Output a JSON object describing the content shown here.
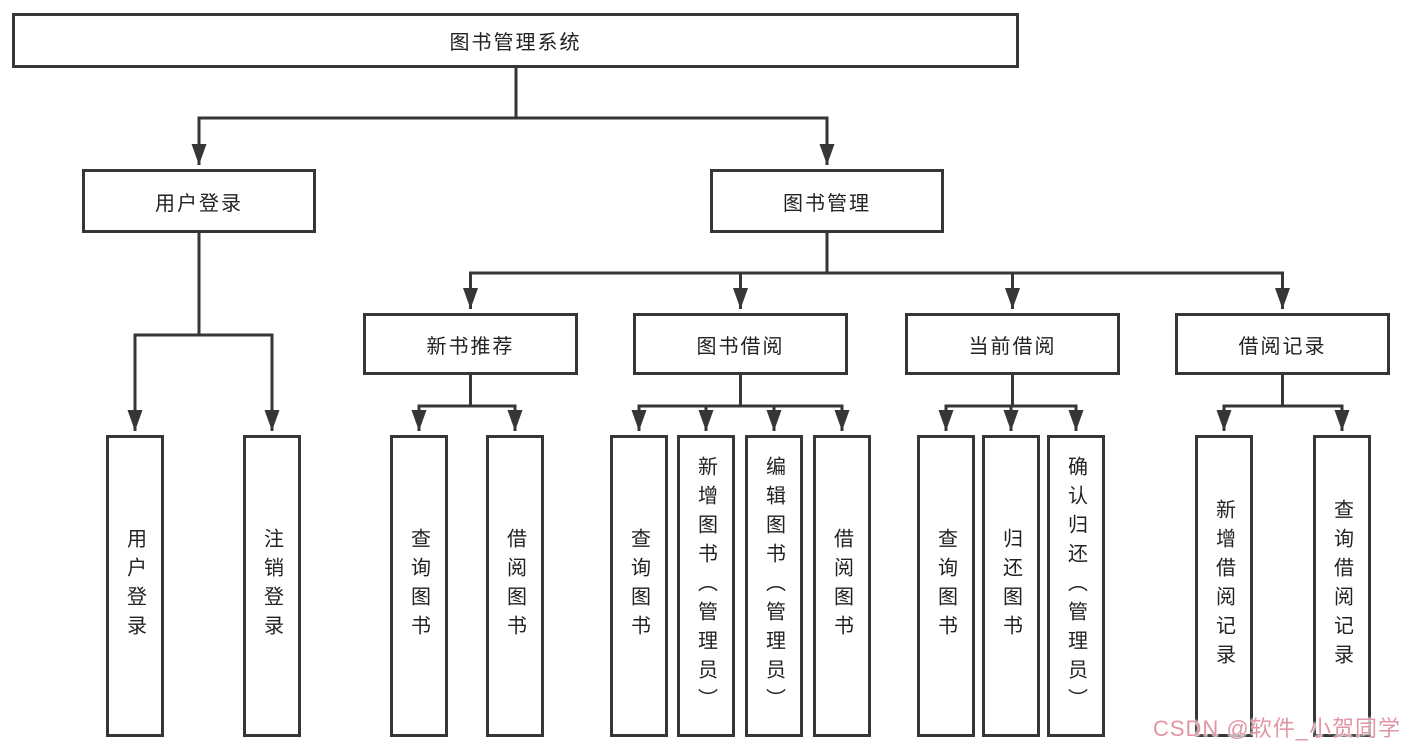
{
  "colors": {
    "line": "#363636",
    "box_border": "#363636",
    "text": "#222222",
    "background": "#ffffff",
    "watermark": "#e295a6"
  },
  "watermark": {
    "text": "CSDN @软件_小贺同学"
  },
  "tree": {
    "root": {
      "label": "图书管理系统"
    },
    "branches": [
      {
        "label": "用户登录",
        "children": [
          {
            "label": "用户登录"
          },
          {
            "label": "注销登录"
          }
        ]
      },
      {
        "label": "图书管理",
        "children": [
          {
            "label": "新书推荐",
            "children": [
              {
                "label": "查询图书"
              },
              {
                "label": "借阅图书"
              }
            ]
          },
          {
            "label": "图书借阅",
            "children": [
              {
                "label": "查询图书"
              },
              {
                "label": "新增图书（管理员）"
              },
              {
                "label": "编辑图书（管理员）"
              },
              {
                "label": "借阅图书"
              }
            ]
          },
          {
            "label": "当前借阅",
            "children": [
              {
                "label": "查询图书"
              },
              {
                "label": "归还图书"
              },
              {
                "label": "确认归还（管理员）"
              }
            ]
          },
          {
            "label": "借阅记录",
            "children": [
              {
                "label": "新增借阅记录"
              },
              {
                "label": "查询借阅记录"
              }
            ]
          }
        ]
      }
    ]
  }
}
